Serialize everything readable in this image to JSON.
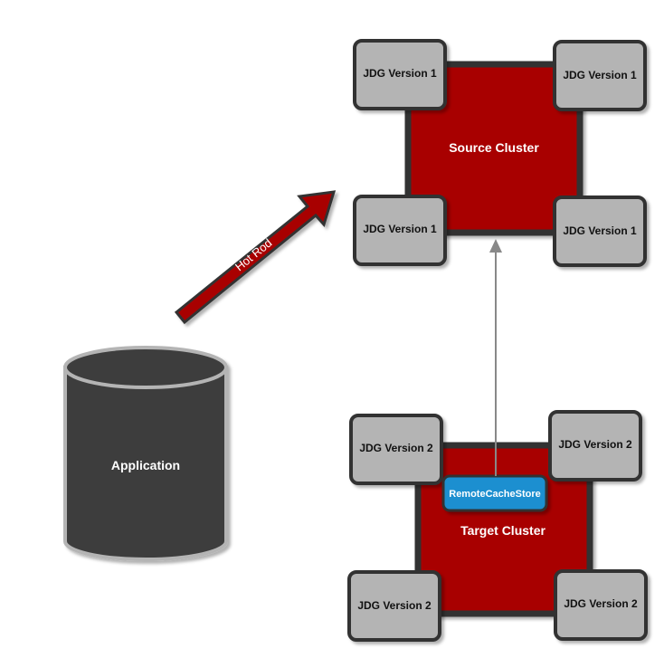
{
  "source_cluster": {
    "label": "Source Cluster",
    "nodes": [
      "JDG Version 1",
      "JDG Version 1",
      "JDG Version 1",
      "JDG Version 1"
    ]
  },
  "target_cluster": {
    "label": "Target Cluster",
    "nodes": [
      "JDG Version 2",
      "JDG Version 2",
      "JDG Version 2",
      "JDG Version 2"
    ],
    "store_label": "RemoteCacheStore"
  },
  "application": {
    "label": "Application"
  },
  "connection": {
    "label": "Hot Rod"
  },
  "colors": {
    "cluster_fill": "#a80000",
    "cluster_border": "#333333",
    "node_fill": "#b4b4b4",
    "node_border": "#333333",
    "store_fill": "#1a8fd0",
    "application_fill": "#3d3d3d",
    "arrow_gray": "#888888"
  }
}
